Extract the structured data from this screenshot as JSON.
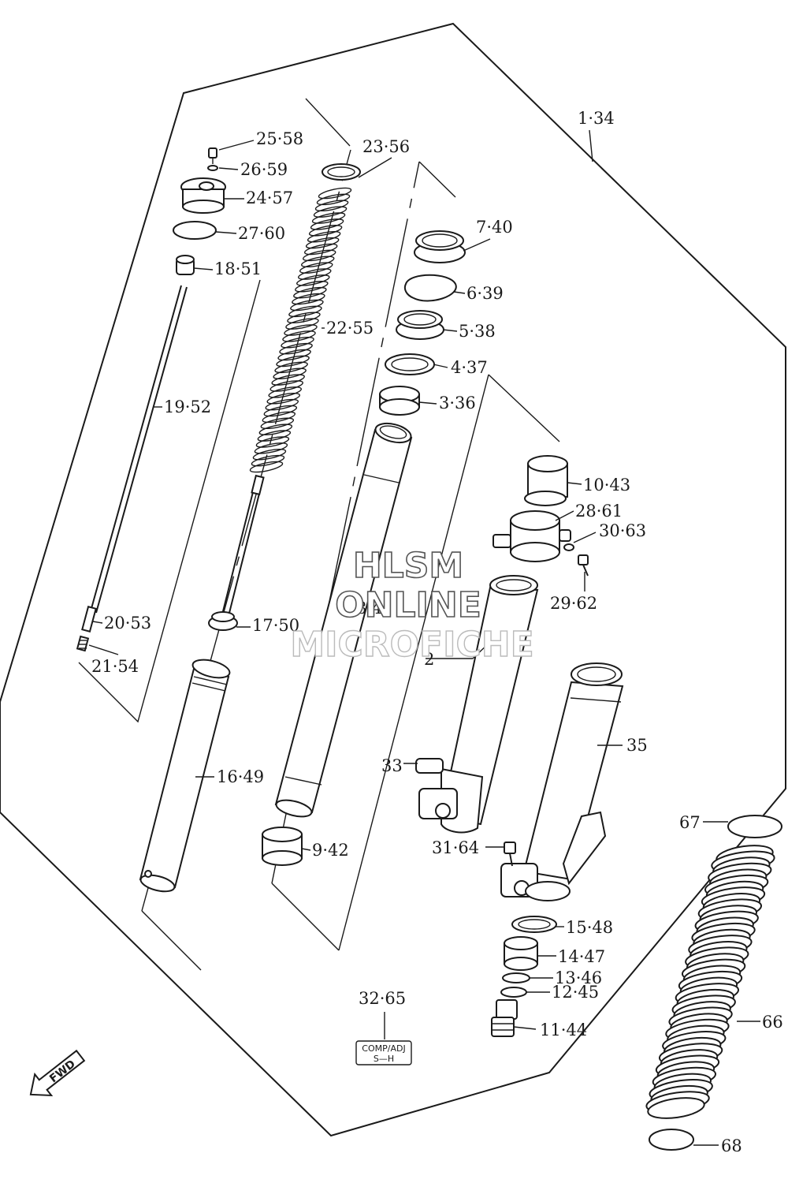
{
  "labels": {
    "l1_34": "1·34",
    "l2": "2",
    "l3_36": "3·36",
    "l4_37": "4·37",
    "l5_38": "5·38",
    "l6_39": "6·39",
    "l7_40": "7·40",
    "l8_41": "8·41",
    "l9_42": "9·42",
    "l10_43": "10·43",
    "l11_44": "11·44",
    "l12_45": "12·45",
    "l13_46": "13·46",
    "l14_47": "14·47",
    "l15_48": "15·48",
    "l16_49": "16·49",
    "l17_50": "17·50",
    "l18_51": "18·51",
    "l19_52": "19·52",
    "l20_53": "20·53",
    "l21_54": "21·54",
    "l22_55": "22·55",
    "l23_56": "23·56",
    "l24_57": "24·57",
    "l25_58": "25·58",
    "l26_59": "26·59",
    "l27_60": "27·60",
    "l28_61": "28·61",
    "l29_62": "29·62",
    "l30_63": "30·63",
    "l31_64": "31·64",
    "l32_65": "32·65",
    "l33": "33",
    "l35": "35",
    "l66": "66",
    "l67": "67",
    "l68": "68"
  },
  "tag_box": {
    "line1": "COMP/ADJ",
    "line2": "S—H"
  },
  "fwd_arrow": {
    "text": "FWD"
  },
  "watermark": {
    "line1": "HLSM",
    "line2": "ONLINE",
    "line3": "MICROFICHE"
  },
  "colors": {
    "ink": "#1a1a1a",
    "background": "#ffffff"
  }
}
